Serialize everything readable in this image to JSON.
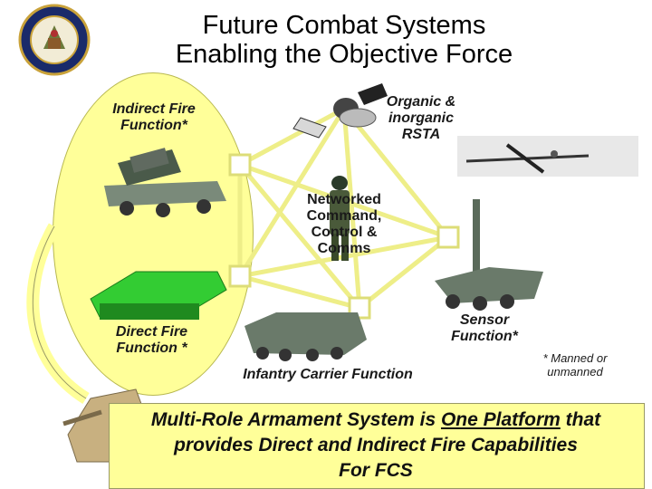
{
  "title": {
    "line1": "Future Combat Systems",
    "line2": "Enabling the Objective Force"
  },
  "labels": {
    "indirect_fire": [
      "Indirect Fire",
      "Function*"
    ],
    "rsta": [
      "Organic &",
      "inorganic",
      "RSTA"
    ],
    "c4": [
      "Networked",
      "Command,",
      "Control &",
      "Comms"
    ],
    "direct_fire": [
      "Direct Fire",
      "Function *"
    ],
    "sensor": [
      "Sensor",
      "Function*"
    ],
    "infantry": "Infantry Carrier Function",
    "manned_note": [
      "* Manned or",
      "unmanned"
    ]
  },
  "banner": {
    "part1": "Multi-Role Armament System is ",
    "part_underlined": "One Platform",
    "part2": " that",
    "line2": "provides Direct and Indirect Fire Capabilities",
    "line3": "For FCS"
  },
  "colors": {
    "oval_fill": "#ffff99",
    "network_line": "#eeee88",
    "node_fill": "#ffffff"
  },
  "icons": [
    "army-seal-icon",
    "satellite-icon",
    "uav-icon",
    "soldier-icon",
    "rocket-launcher-vehicle-icon",
    "green-tank-icon",
    "infantry-carrier-icon",
    "sensor-mast-vehicle-icon",
    "desert-tank-icon"
  ]
}
